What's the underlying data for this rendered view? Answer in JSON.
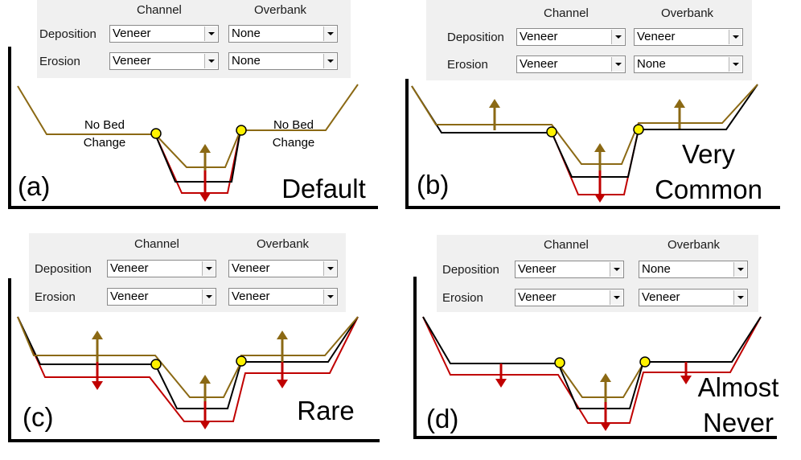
{
  "header": {
    "channel": "Channel",
    "overbank": "Overbank"
  },
  "row_labels": {
    "deposition": "Deposition",
    "erosion": "Erosion"
  },
  "panels": [
    {
      "tag": "(a)",
      "desc1": "Default",
      "desc2": "",
      "deposition": {
        "channel": "Veneer",
        "overbank": "None"
      },
      "erosion": {
        "channel": "Veneer",
        "overbank": "None"
      },
      "note_left": [
        "No Bed",
        "Change"
      ],
      "note_right": [
        "No Bed",
        "Change"
      ]
    },
    {
      "tag": "(b)",
      "desc1": "Very",
      "desc2": "Common",
      "deposition": {
        "channel": "Veneer",
        "overbank": "Veneer"
      },
      "erosion": {
        "channel": "Veneer",
        "overbank": "None"
      }
    },
    {
      "tag": "(c)",
      "desc1": "Rare",
      "desc2": "",
      "deposition": {
        "channel": "Veneer",
        "overbank": "Veneer"
      },
      "erosion": {
        "channel": "Veneer",
        "overbank": "Veneer"
      }
    },
    {
      "tag": "(d)",
      "desc1": "Almost",
      "desc2": "Never",
      "deposition": {
        "channel": "Veneer",
        "overbank": "None"
      },
      "erosion": {
        "channel": "Veneer",
        "overbank": "Veneer"
      }
    }
  ],
  "colors": {
    "deposition": "#8B6914",
    "erosion": "#C00000",
    "original": "#000000",
    "marker": "#FFF200"
  }
}
